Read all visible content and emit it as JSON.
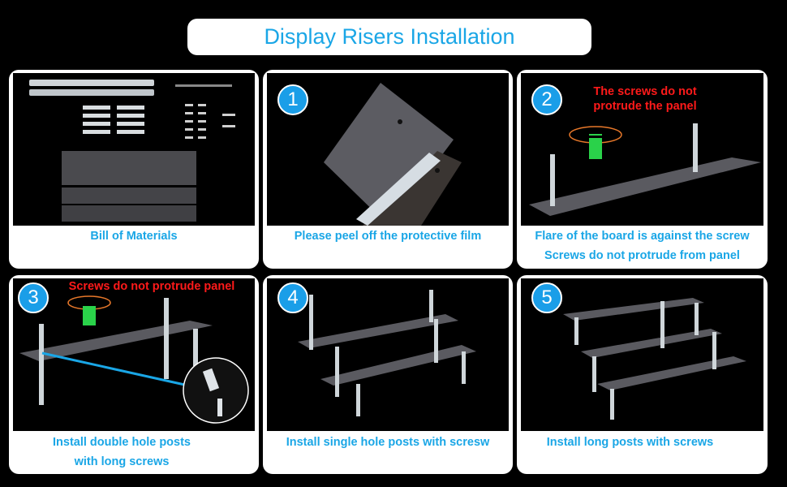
{
  "title": "Display Risers Installation",
  "panels": [
    {
      "caption_lines": [
        "Bill of Materials"
      ]
    },
    {
      "step": "1",
      "caption_lines": [
        "Please peel off the protective film"
      ]
    },
    {
      "step": "2",
      "note": [
        "The screws do not",
        "protrude the panel"
      ],
      "caption_lines": [
        "Flare of the board is against the screw",
        "Screws do not protrude from panel"
      ]
    },
    {
      "step": "3",
      "note": [
        "Screws do not protrude panel"
      ],
      "caption_lines": [
        "Install double hole posts",
        "with long screws"
      ]
    },
    {
      "step": "4",
      "caption_lines": [
        "Install single hole posts with scresw"
      ]
    },
    {
      "step": "5",
      "caption_lines": [
        "Install long posts with screws"
      ]
    }
  ],
  "colors": {
    "accent": "#1aa6e6",
    "badge": "#1a9ee8",
    "warning": "#ff1a1a",
    "background": "#000000"
  }
}
